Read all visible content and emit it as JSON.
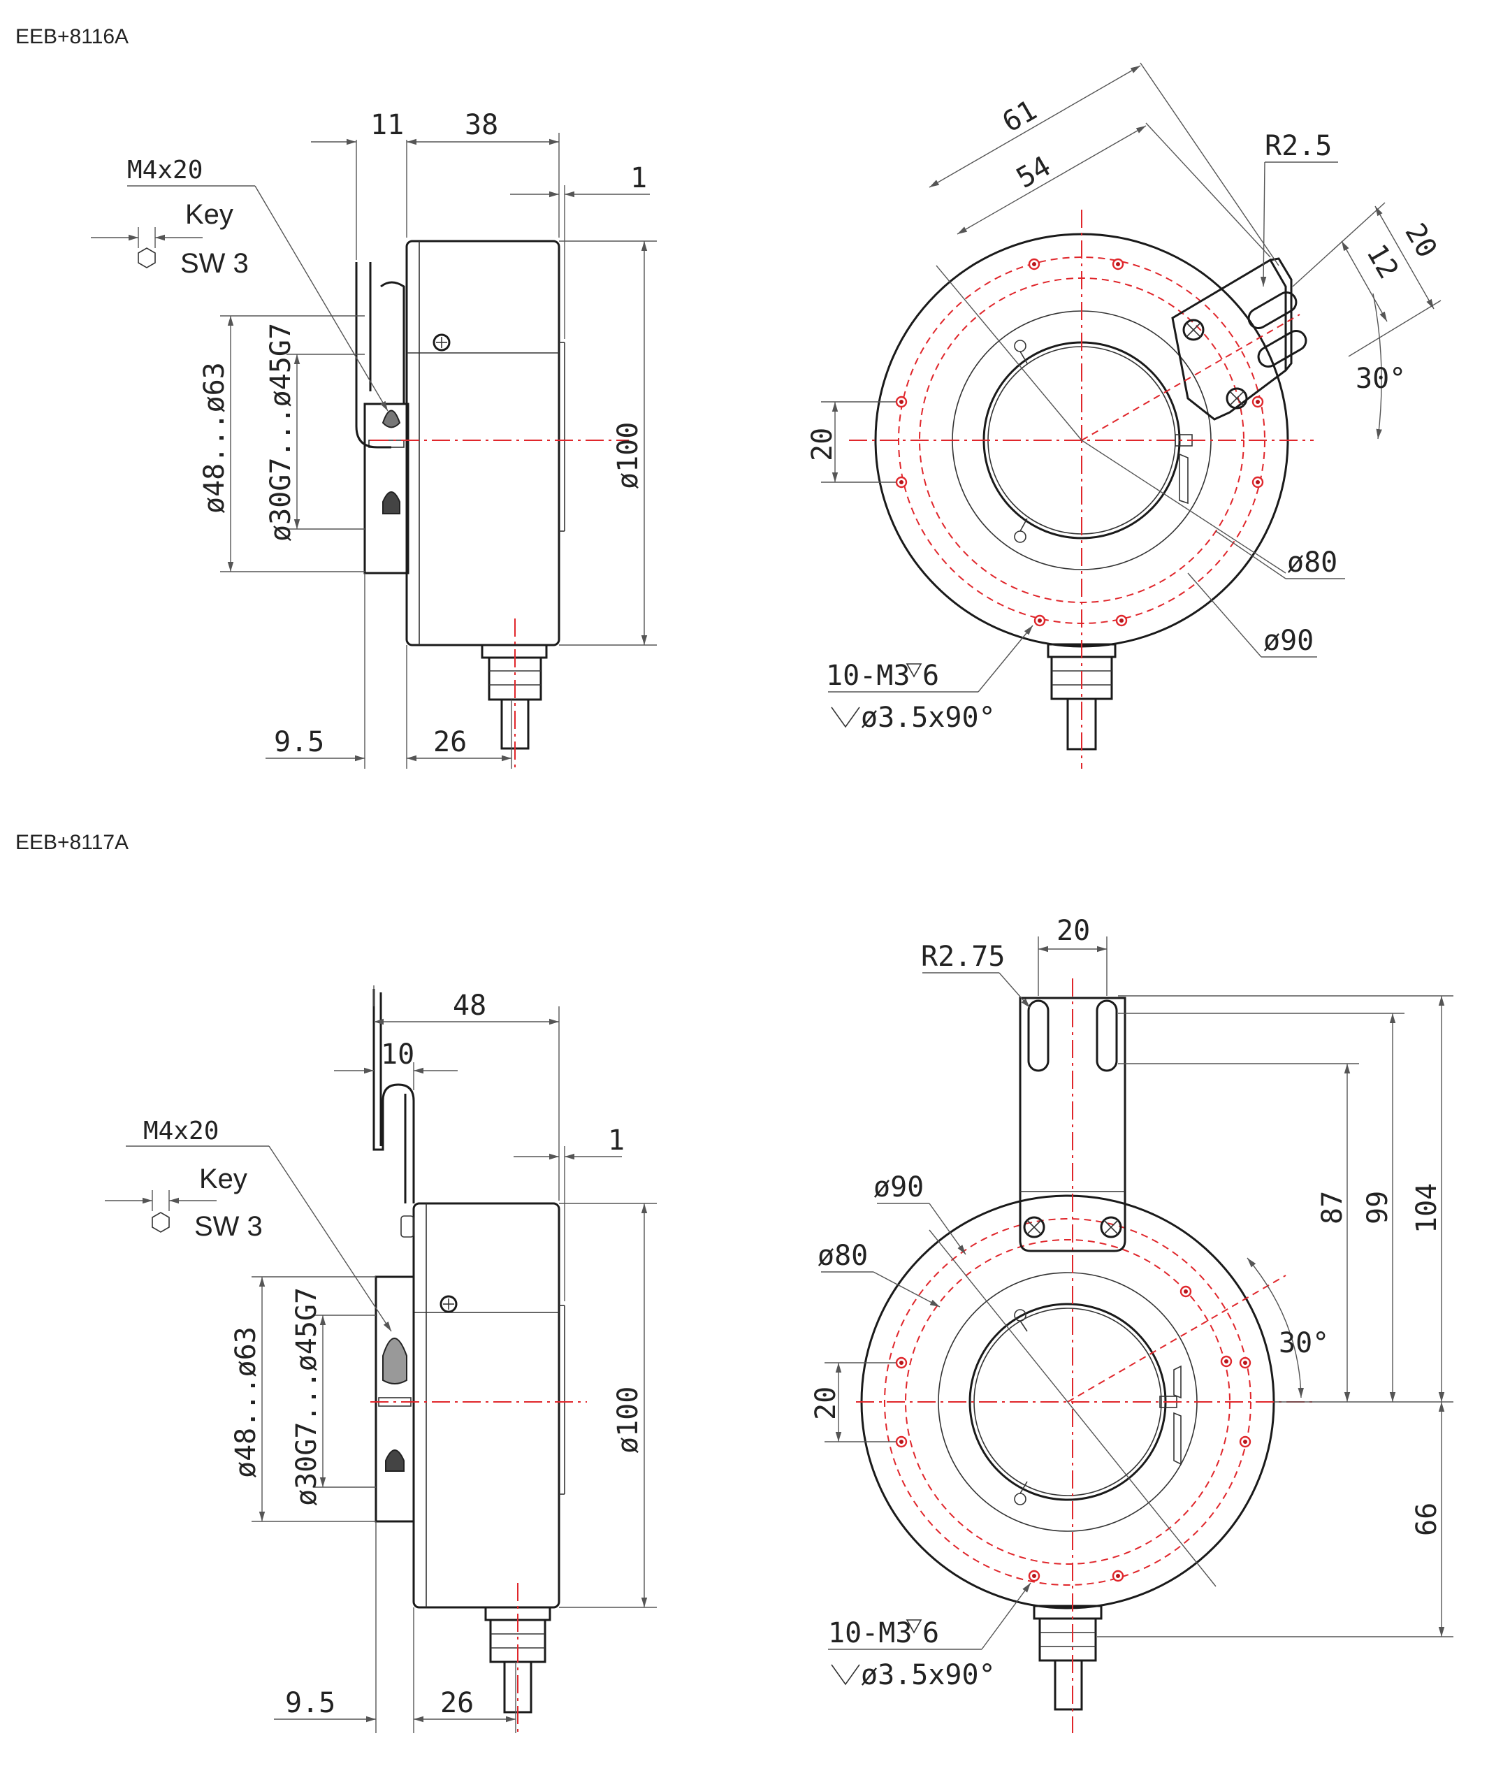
{
  "views": [
    {
      "model": "EEB+8116A",
      "side": {
        "callout_screw": "M4x20",
        "key_label": "Key",
        "key_size": "SW  3",
        "dim_flange": "11",
        "dim_body": "38",
        "dim_gap": "1",
        "dim_outer": "ø100",
        "dim_shaft_range": "ø48...ø63",
        "dim_bore_range": "ø30G7...ø45G7",
        "dim_offset": "9.5",
        "dim_cable": "26"
      },
      "front": {
        "dim_61": "61",
        "dim_54": "54",
        "radius": "R2.5",
        "dim_20": "20",
        "dim_12": "12",
        "angle": "30°",
        "dim_20_left": "20",
        "dia_80": "ø80",
        "dia_90": "ø90",
        "holes": "10-M3",
        "holes_depth": "6",
        "countersink": "ø3.5x90°"
      }
    },
    {
      "model": "EEB+8117A",
      "side": {
        "callout_screw": "M4x20",
        "key_label": "Key",
        "key_size": "SW  3",
        "dim_bracket": "48",
        "dim_flange": "10",
        "dim_gap": "1",
        "dim_outer": "ø100",
        "dim_shaft_range": "ø48...ø63",
        "dim_bore_range": "ø30G7...ø45G7",
        "dim_offset": "9.5",
        "dim_cable": "26"
      },
      "front": {
        "radius": "R2.75",
        "dim_20_top": "20",
        "dia_90": "ø90",
        "dia_80": "ø80",
        "dim_20_left": "20",
        "angle": "30°",
        "dim_87": "87",
        "dim_99": "99",
        "dim_104": "104",
        "dim_66": "66",
        "holes": "10-M3",
        "holes_depth": "6",
        "countersink": "ø3.5x90°"
      }
    }
  ]
}
